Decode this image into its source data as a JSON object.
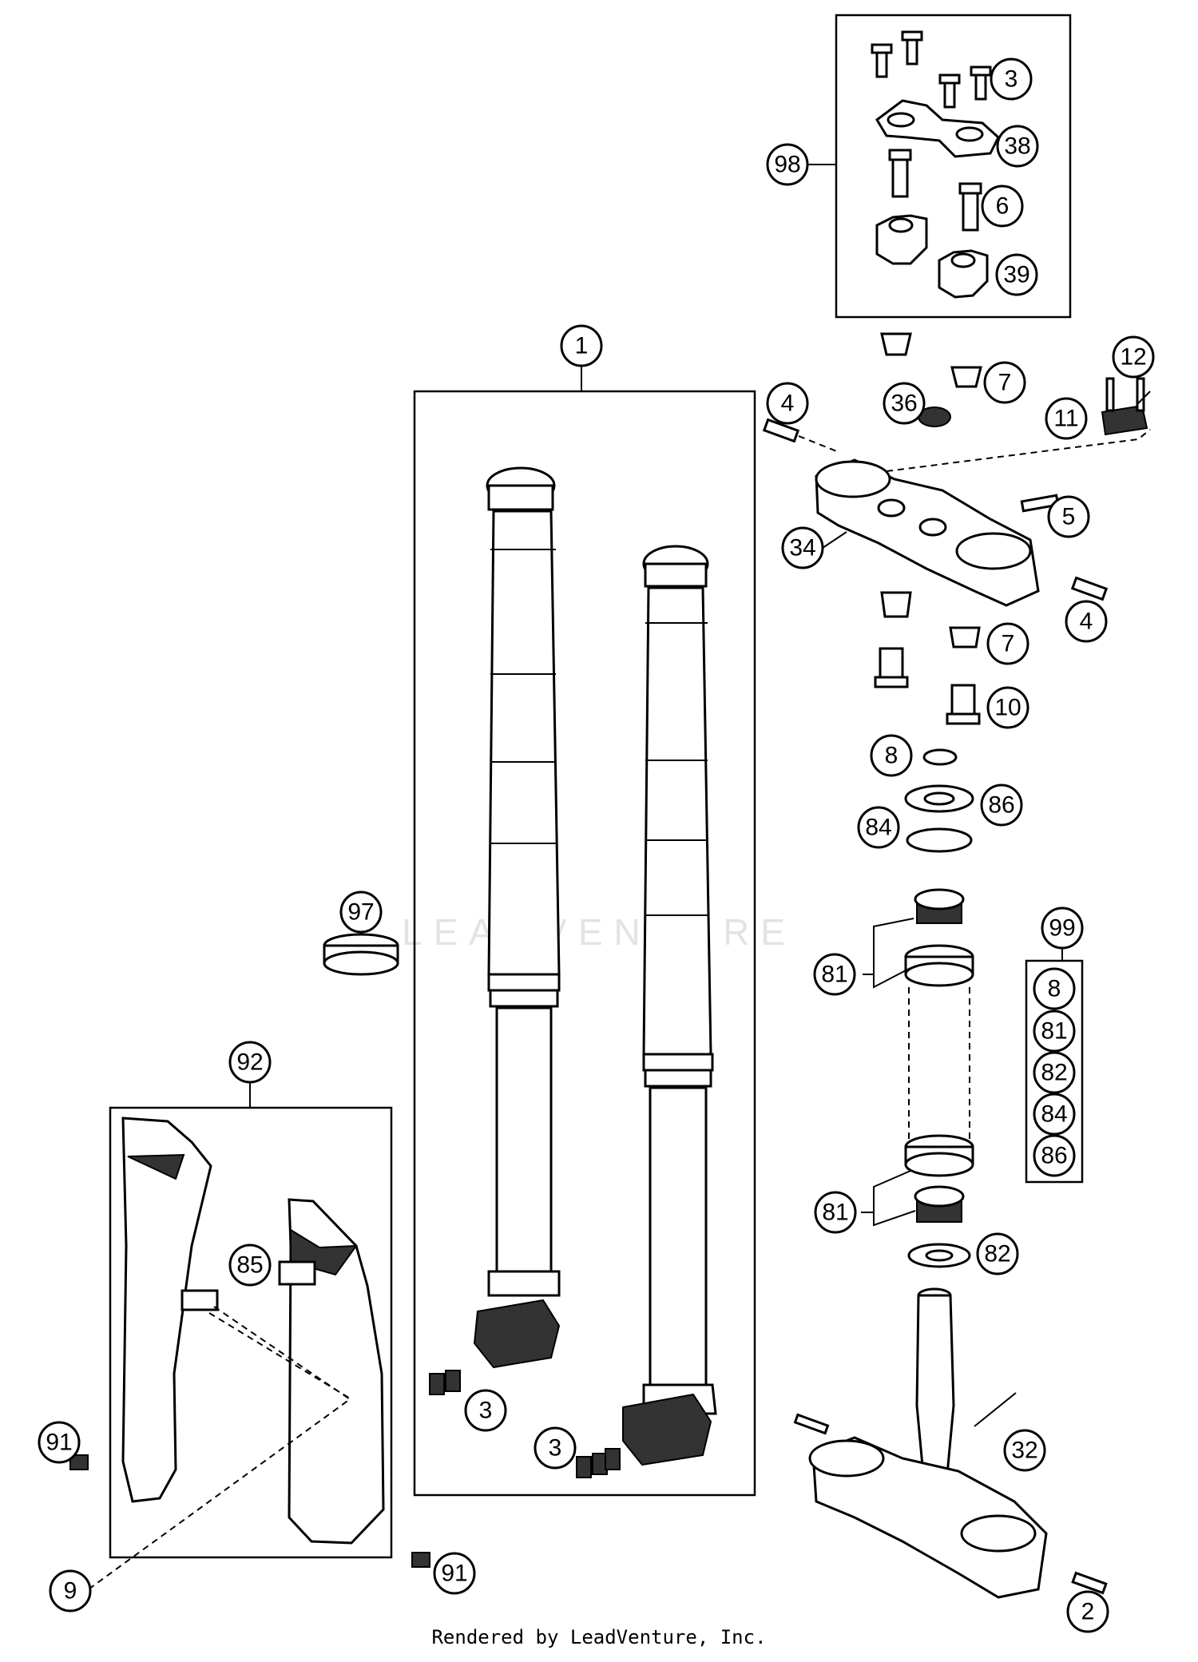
{
  "callouts": {
    "c1": "1",
    "c2": "2",
    "c3a": "3",
    "c3b": "3",
    "c3c": "3",
    "c4a": "4",
    "c4b": "4",
    "c5": "5",
    "c6": "6",
    "c7a": "7",
    "c7b": "7",
    "c8a": "8",
    "c8b": "8",
    "c9": "9",
    "c10": "10",
    "c11": "11",
    "c12": "12",
    "c32": "32",
    "c34": "34",
    "c36": "36",
    "c38": "38",
    "c39": "39",
    "c81a": "81",
    "c81b": "81",
    "c81c": "81",
    "c82a": "82",
    "c82b": "82",
    "c84a": "84",
    "c84b": "84",
    "c85": "85",
    "c86a": "86",
    "c86b": "86",
    "c91a": "91",
    "c91b": "91",
    "c92": "92",
    "c97": "97",
    "c98": "98",
    "c99": "99"
  },
  "watermark": "LEADVENTURE",
  "footer": "Rendered by LeadVenture, Inc."
}
